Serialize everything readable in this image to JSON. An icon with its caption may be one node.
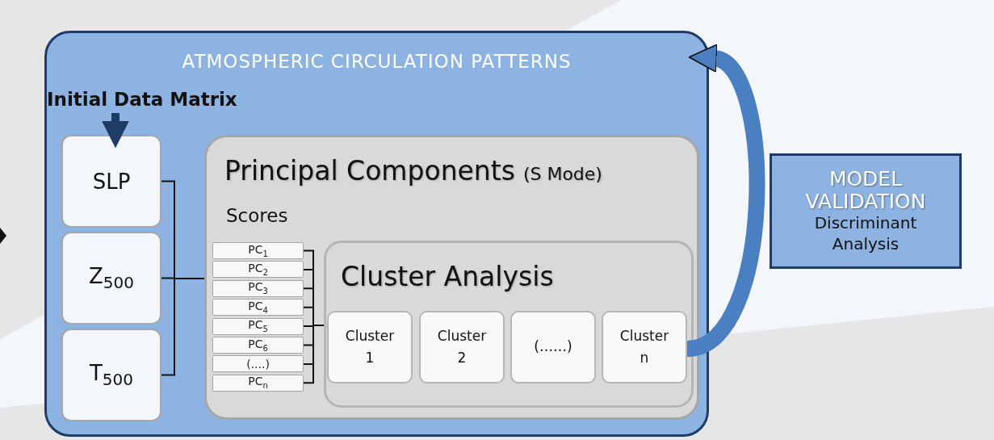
{
  "diagram": {
    "nodes": [
      {
        "text": [
          "ATMOSPHERIC CIRCULATION PATTERNS"
        ]
      },
      {
        "text": [
          "Initial Data Matrix"
        ],
        "in": 0
      },
      {
        "text": [
          "SLP"
        ],
        "in": 0
      },
      {
        "text": [
          "Z$_{500}$"
        ],
        "in": 0
      },
      {
        "text": [
          "T$_{500}$"
        ],
        "in": 0
      },
      {
        "text": [
          "Principal Components",
          "(S Mode)",
          "Scores"
        ],
        "in": 0
      },
      {
        "text": [
          "PC$_{1}$"
        ],
        "in": 5
      },
      {
        "text": [
          "PC$_{2}$"
        ],
        "in": 5
      },
      {
        "text": [
          "PC$_{3}$"
        ],
        "in": 5
      },
      {
        "text": [
          "PC$_{4}$"
        ],
        "in": 5
      },
      {
        "text": [
          "PC$_{5}$"
        ],
        "in": 5
      },
      {
        "text": [
          "PC$_{6}$"
        ],
        "in": 5
      },
      {
        "text": [
          "(....)"
        ],
        "in": 5
      },
      {
        "text": [
          "PC$_{n}$"
        ],
        "in": 5
      },
      {
        "text": [
          "Cluster Analysis"
        ],
        "in": 5
      },
      {
        "text": [
          "Cluster 1"
        ],
        "in": 14
      },
      {
        "text": [
          "Cluster 2"
        ],
        "in": 14
      },
      {
        "text": [
          "(……)"
        ],
        "in": 14
      },
      {
        "text": [
          "Cluster n"
        ],
        "in": 14
      },
      {
        "text": [
          "MODEL VALIDATION",
          "Discriminant Analysis"
        ]
      }
    ],
    "edges": [
      {
        "from": 1,
        "to": 2,
        "arrow": "to",
        "style": "thick",
        "color": "#1f3c66"
      },
      {
        "from": 2,
        "to": 5,
        "arrow": "none"
      },
      {
        "from": 3,
        "to": 5,
        "arrow": "none"
      },
      {
        "from": 4,
        "to": 5,
        "arrow": "none"
      },
      {
        "from": 6,
        "to": 14,
        "arrow": "none"
      },
      {
        "from": 7,
        "to": 14,
        "arrow": "none"
      },
      {
        "from": 8,
        "to": 14,
        "arrow": "none"
      },
      {
        "from": 9,
        "to": 14,
        "arrow": "none"
      },
      {
        "from": 10,
        "to": 14,
        "arrow": "none"
      },
      {
        "from": 11,
        "to": 14,
        "arrow": "none"
      },
      {
        "from": 12,
        "to": 14,
        "arrow": "none"
      },
      {
        "from": 13,
        "to": 14,
        "arrow": "none"
      },
      {
        "from": 18,
        "to": 0,
        "arrow": "to",
        "style": "thick",
        "color": "#4a7fc1"
      }
    ]
  }
}
